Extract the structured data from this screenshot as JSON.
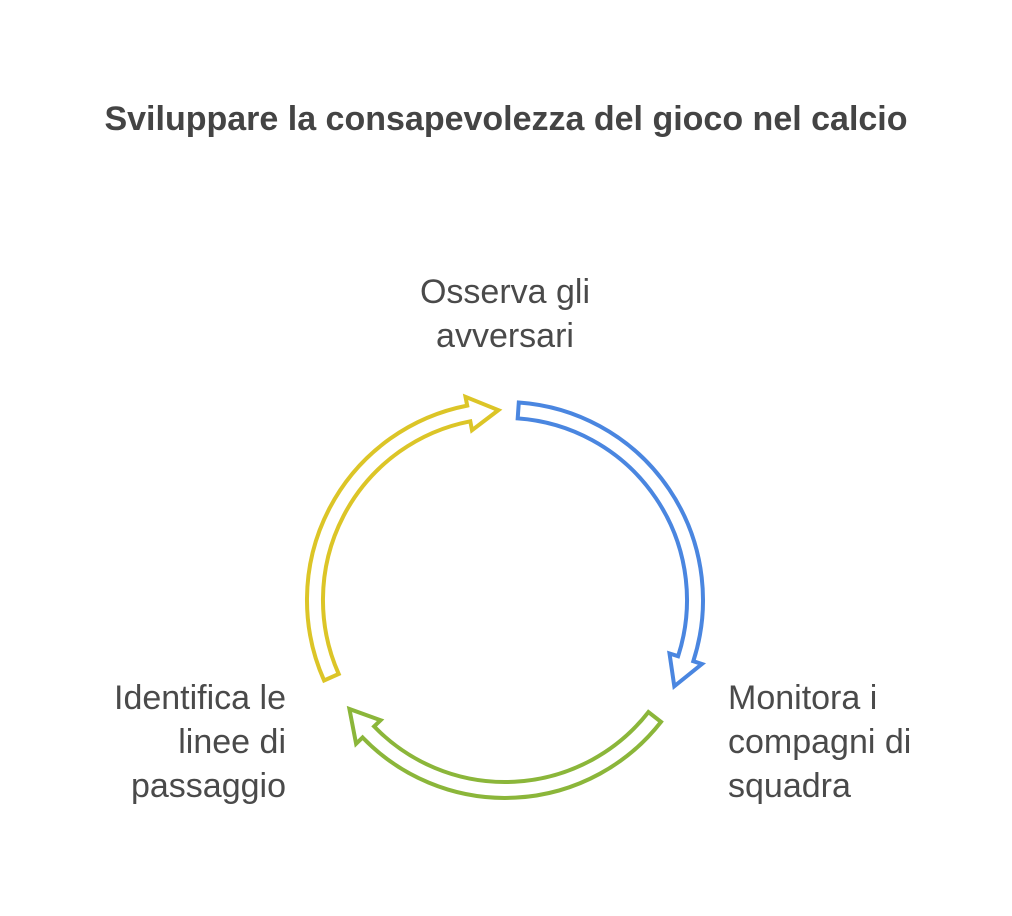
{
  "title": "Sviluppare la consapevolezza del gioco nel calcio",
  "steps": [
    {
      "line1": "Osserva gli",
      "line2": "avversari",
      "line3": "",
      "color": "#4a86e0"
    },
    {
      "line1": "Monitora i",
      "line2": "compagni di",
      "line3": "squadra",
      "color": "#8bb63a"
    },
    {
      "line1": "Identifica le",
      "line2": "linee di",
      "line3": "passaggio",
      "color": "#dcc527"
    }
  ]
}
